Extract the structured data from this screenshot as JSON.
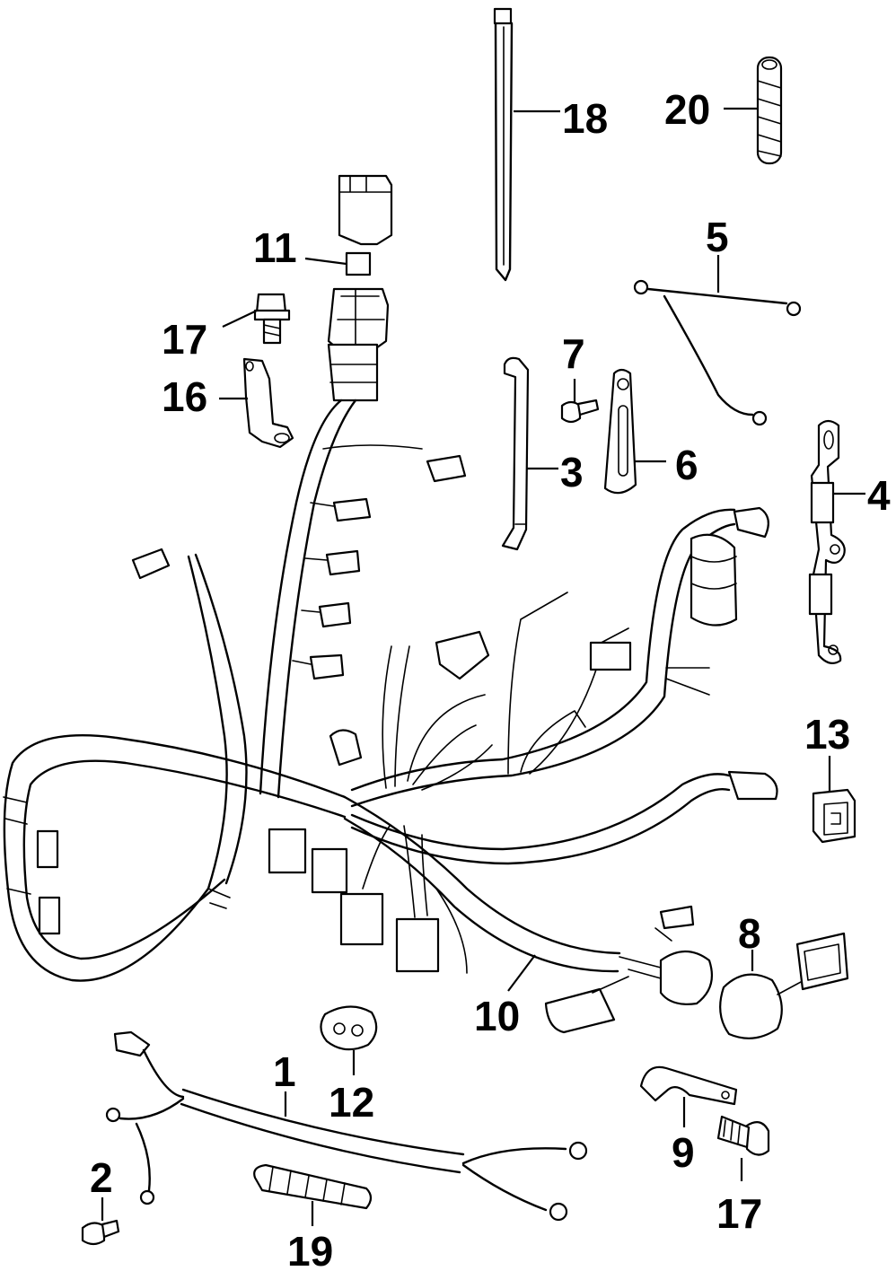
{
  "callouts": {
    "c1": "1",
    "c2": "2",
    "c3": "3",
    "c4": "4",
    "c5": "5",
    "c6": "6",
    "c7": "7",
    "c8": "8",
    "c9": "9",
    "c10": "10",
    "c11": "11",
    "c12": "12",
    "c13": "13",
    "c16": "16",
    "c17a": "17",
    "c17b": "17",
    "c18": "18",
    "c19": "19",
    "c20": "20"
  }
}
